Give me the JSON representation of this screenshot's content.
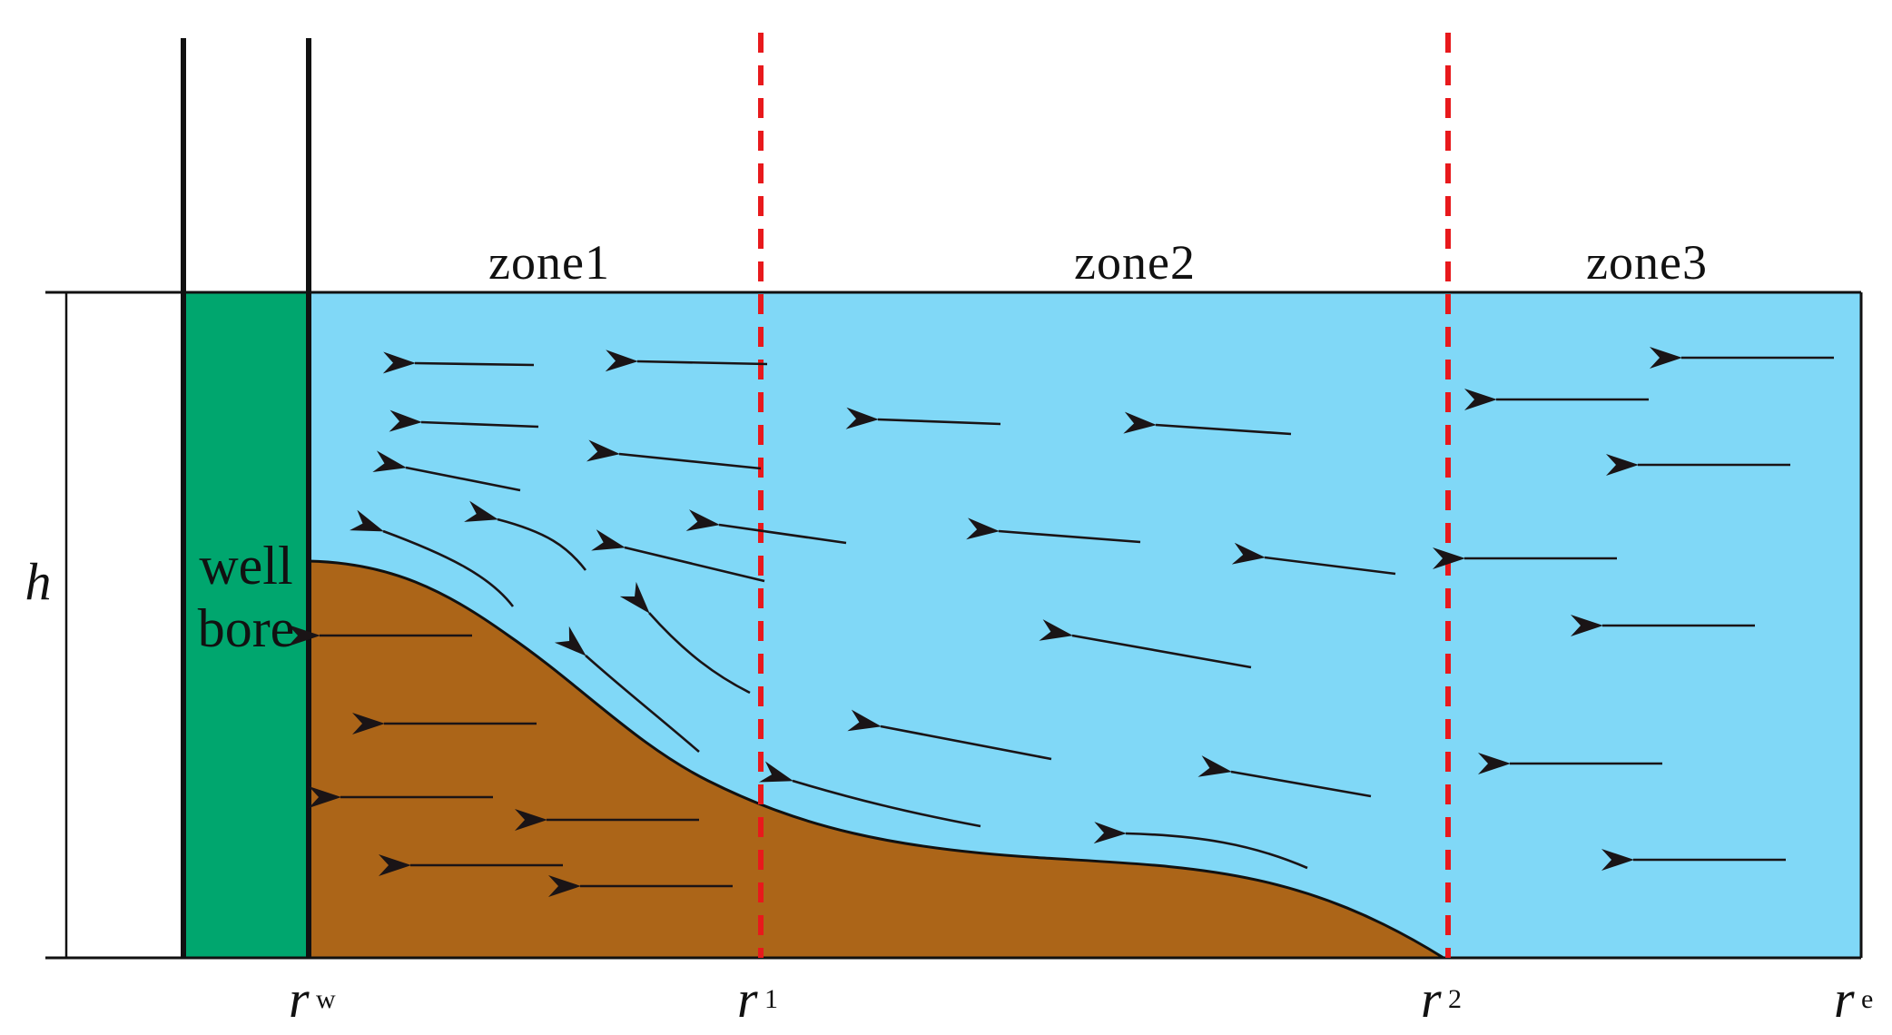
{
  "zones": [
    {
      "label": "zone1"
    },
    {
      "label": "zone2"
    },
    {
      "label": "zone3"
    }
  ],
  "wellbore": {
    "line1": "well",
    "line2": "bore"
  },
  "height_label": "h",
  "radius_labels": [
    {
      "main": "r",
      "sub": "w"
    },
    {
      "main": "r",
      "sub": "1"
    },
    {
      "main": "r",
      "sub": "2"
    },
    {
      "main": "r",
      "sub": "e"
    }
  ],
  "colors": {
    "water": "#80d8f7",
    "oil_cone": "#ac6518",
    "wellbore": "#00a66e",
    "zone_boundary": "#e8191c",
    "arrow": "#1a1416",
    "outline": "#111111"
  }
}
